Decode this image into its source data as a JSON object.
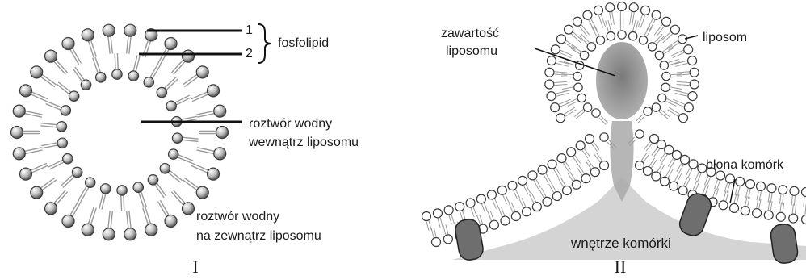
{
  "figure_i": {
    "caption": "I",
    "marker_1": "1",
    "marker_2": "2",
    "phospholipid_label": "fosfolipid",
    "inner_solution_line1": "roztwór wodny",
    "inner_solution_line2": "wewnątrz liposomu",
    "outer_solution_line1": "roztwór wodny",
    "outer_solution_line2": "na zewnątrz liposomu"
  },
  "figure_ii": {
    "caption": "II",
    "contents_line1": "zawartość",
    "contents_line2": "liposomu",
    "liposome_label": "liposom",
    "membrane_label": "błona komórk",
    "cell_interior_label": "wnętrze komórki"
  },
  "colors": {
    "head_fill": "#c9c9c9",
    "head_stroke": "#3a3a3a",
    "tail": "#9a9a9a",
    "cell_interior": "#d4d4d4",
    "liposome_contents": "#8a8a8a",
    "protein": "#6e6e6e"
  }
}
